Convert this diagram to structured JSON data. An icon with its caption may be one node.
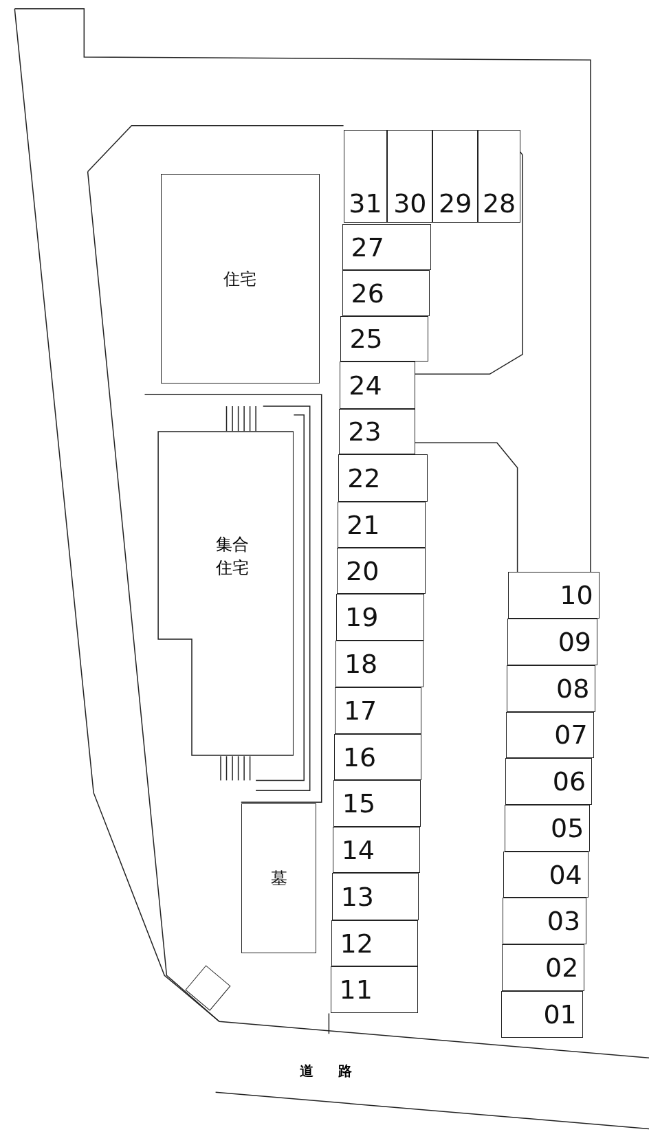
{
  "diagram": {
    "nodes": [
      {
        "text": [
          "住宅"
        ]
      },
      {
        "text": [
          "集合住宅"
        ]
      },
      {
        "text": [
          "墓"
        ]
      },
      {
        "text": [],
        "shape": "box"
      },
      {
        "text": [
          "31"
        ]
      },
      {
        "text": [
          "30"
        ]
      },
      {
        "text": [
          "29"
        ]
      },
      {
        "text": [
          "28"
        ]
      },
      {
        "text": [
          "27"
        ]
      },
      {
        "text": [
          "26"
        ]
      },
      {
        "text": [
          "25"
        ]
      },
      {
        "text": [
          "24"
        ]
      },
      {
        "text": [
          "23"
        ]
      },
      {
        "text": [
          "22"
        ]
      },
      {
        "text": [
          "21"
        ]
      },
      {
        "text": [
          "20"
        ]
      },
      {
        "text": [
          "19"
        ]
      },
      {
        "text": [
          "18"
        ]
      },
      {
        "text": [
          "17"
        ]
      },
      {
        "text": [
          "16"
        ]
      },
      {
        "text": [
          "15"
        ]
      },
      {
        "text": [
          "14"
        ]
      },
      {
        "text": [
          "13"
        ]
      },
      {
        "text": [
          "12"
        ]
      },
      {
        "text": [
          "11"
        ]
      },
      {
        "text": [
          "10"
        ]
      },
      {
        "text": [
          "09"
        ]
      },
      {
        "text": [
          "08"
        ]
      },
      {
        "text": [
          "07"
        ]
      },
      {
        "text": [
          "06"
        ]
      },
      {
        "text": [
          "05"
        ]
      },
      {
        "text": [
          "04"
        ]
      },
      {
        "text": [
          "03"
        ]
      },
      {
        "text": [
          "02"
        ]
      },
      {
        "text": [
          "01"
        ]
      }
    ],
    "labels": [
      "道路"
    ]
  }
}
